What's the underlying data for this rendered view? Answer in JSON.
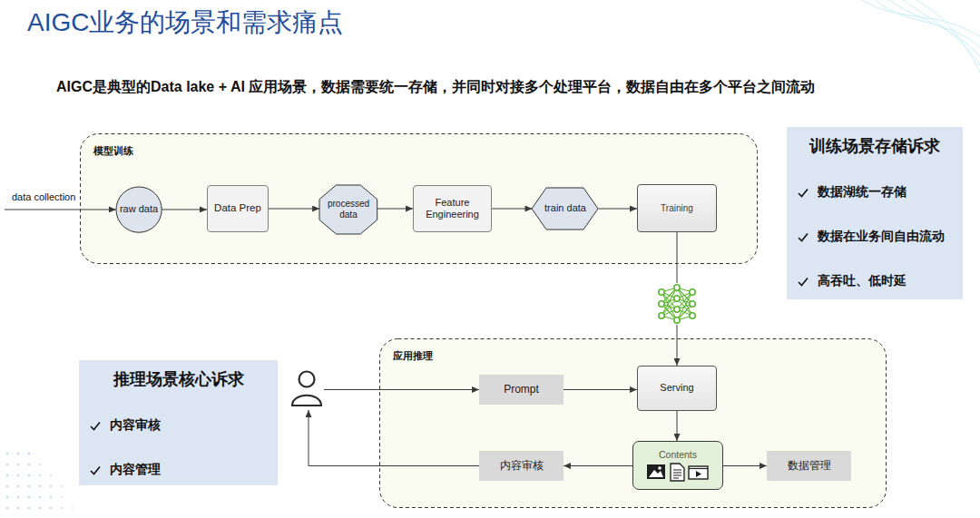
{
  "diagram": {
    "title": "AIGC业务的场景和需求痛点",
    "nodes": [
      {
        "text": [
          "模型训练"
        ]
      },
      {
        "text": [
          "raw data"
        ],
        "in": 0
      },
      {
        "text": [
          "Data Prep"
        ],
        "in": 0
      },
      {
        "text": [
          "processed data"
        ],
        "in": 0
      },
      {
        "text": [
          "Feature Engineering"
        ],
        "in": 0
      },
      {
        "text": [
          "train data"
        ],
        "in": 0
      },
      {
        "text": [
          "Training"
        ],
        "in": 0
      },
      {
        "text": [
          "训练场景存储诉求",
          "数据湖统一存储",
          "数据在业务间自由流动",
          "高吞吐、低时延"
        ]
      },
      {
        "text": [
          "推理场景核心诉求",
          "内容审核",
          "内容管理"
        ]
      },
      {
        "text": [
          "应用推理"
        ]
      },
      {
        "text": [
          "Prompt"
        ],
        "in": 9
      },
      {
        "text": [
          "Serving"
        ],
        "in": 9
      },
      {
        "text": [
          "Contents"
        ],
        "in": 9
      },
      {
        "text": [
          "内容审核"
        ],
        "in": 9
      },
      {
        "text": [
          "数据管理"
        ],
        "in": 9
      }
    ],
    "edges": [
      {
        "from": 1,
        "to": 2,
        "arrow": "to"
      },
      {
        "from": 2,
        "to": 3,
        "arrow": "to"
      },
      {
        "from": 3,
        "to": 4,
        "arrow": "to"
      },
      {
        "from": 4,
        "to": 5,
        "arrow": "to"
      },
      {
        "from": 5,
        "to": 6,
        "arrow": "to"
      },
      {
        "from": 6,
        "to": 11,
        "arrow": "to"
      },
      {
        "from": 10,
        "to": 11,
        "arrow": "to"
      },
      {
        "from": 11,
        "to": 12,
        "arrow": "to"
      },
      {
        "from": 12,
        "to": 13,
        "arrow": "to"
      },
      {
        "from": 12,
        "to": 14,
        "arrow": "to"
      }
    ],
    "labels": [
      "AIGC是典型的Data lake + AI 应用场景，数据需要统一存储，并同时对接多个处理平台，数据自由在多个平台之间流动",
      "data collection"
    ]
  }
}
